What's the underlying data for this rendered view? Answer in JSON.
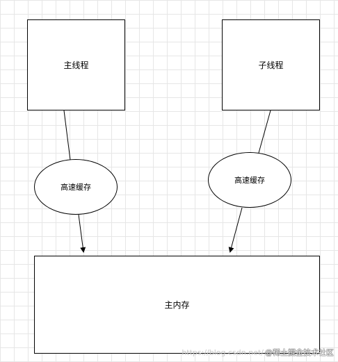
{
  "diagram": {
    "main_thread": {
      "label": "主线程"
    },
    "child_thread": {
      "label": "子线程"
    },
    "cache_left": {
      "label": "高速缓存"
    },
    "cache_right": {
      "label": "高速缓存"
    },
    "main_memory": {
      "label": "主内存"
    }
  },
  "watermark": {
    "url_text": "https://blog.csdn.net/",
    "brand_text": "@稀土掘金技术社区"
  },
  "colors": {
    "stroke": "#000000",
    "grid": "#e6e6e6",
    "background": "#ffffff",
    "watermark": "#c8c8c8"
  }
}
